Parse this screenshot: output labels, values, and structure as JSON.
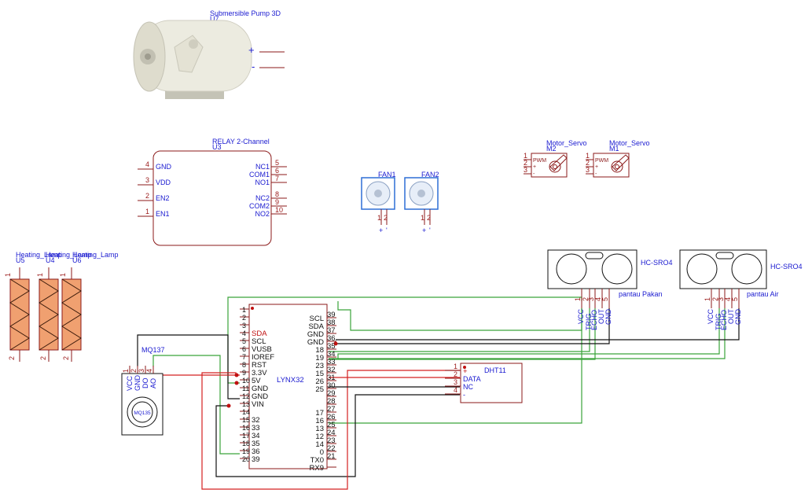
{
  "pump": {
    "title": "Submersible Pump 3D",
    "ref": "U7",
    "pins": [
      "+",
      "-"
    ]
  },
  "relay": {
    "title": "RELAY 2-Channel",
    "ref": "U3",
    "left_pins": [
      {
        "num": "4",
        "label": "GND"
      },
      {
        "num": "3",
        "label": "VDD"
      },
      {
        "num": "2",
        "label": "EN2"
      },
      {
        "num": "1",
        "label": "EN1"
      }
    ],
    "right_pins": [
      {
        "num": "5",
        "label": "NC1"
      },
      {
        "num": "6",
        "label": "COM1"
      },
      {
        "num": "7",
        "label": "NO1"
      },
      {
        "num": "8",
        "label": "NC2"
      },
      {
        "num": "9",
        "label": "COM2"
      },
      {
        "num": "10",
        "label": "NO2"
      }
    ]
  },
  "fans": [
    {
      "ref": "FAN1",
      "pins": [
        "1",
        "2"
      ],
      "pol": [
        "+",
        "'"
      ]
    },
    {
      "ref": "FAN2",
      "pins": [
        "1",
        "2"
      ],
      "pol": [
        "+",
        "'"
      ]
    }
  ],
  "servos": [
    {
      "title": "Motor_Servo",
      "ref": "M2",
      "pins": [
        "1",
        "2",
        "3"
      ],
      "labels": [
        "PWM",
        "+",
        "-"
      ]
    },
    {
      "title": "Motor_Servo",
      "ref": "M1",
      "pins": [
        "1",
        "2",
        "3"
      ],
      "labels": [
        "PWM",
        "+",
        "-"
      ]
    }
  ],
  "lamps": [
    {
      "title": "Heating_Lamp",
      "ref": "U5",
      "pins": [
        "1",
        "2"
      ]
    },
    {
      "title": "Heating_Lamp",
      "ref": "U4",
      "pins": [
        "1",
        "2"
      ]
    },
    {
      "title": "Heating_Lamp",
      "ref": "U6",
      "pins": [
        "1",
        "2"
      ]
    }
  ],
  "ultrasonic": [
    {
      "title": "HC-SRO4",
      "note": "pantau Pakan",
      "pins": [
        "1",
        "2",
        "3",
        "4",
        "5"
      ],
      "labels": [
        "VCC",
        "TRIG",
        "ECHO",
        "OUT",
        "GND"
      ]
    },
    {
      "title": "HC-SRO4",
      "note": "pantau Air",
      "pins": [
        "1",
        "2",
        "3",
        "4",
        "5"
      ],
      "labels": [
        "VCC",
        "TRIG",
        "ECHO",
        "OUT",
        "GND"
      ]
    }
  ],
  "mq137": {
    "title": "MQ137",
    "pins": [
      "1",
      "2",
      "3",
      "4"
    ],
    "labels": [
      "VCC",
      "GND",
      "DO",
      "AO"
    ],
    "sensor_label": "MQ135"
  },
  "lynx": {
    "title": "LYNX32",
    "left_pins": [
      {
        "num": "1",
        "label": ""
      },
      {
        "num": "2",
        "label": ""
      },
      {
        "num": "3",
        "label": ""
      },
      {
        "num": "4",
        "label": "SDA"
      },
      {
        "num": "5",
        "label": "SCL"
      },
      {
        "num": "6",
        "label": "VUSB"
      },
      {
        "num": "7",
        "label": "IOREF"
      },
      {
        "num": "8",
        "label": "RST"
      },
      {
        "num": "9",
        "label": "3.3V"
      },
      {
        "num": "10",
        "label": "5V"
      },
      {
        "num": "11",
        "label": "GND"
      },
      {
        "num": "12",
        "label": "GND"
      },
      {
        "num": "13",
        "label": "VIN"
      },
      {
        "num": "14",
        "label": ""
      },
      {
        "num": "15",
        "label": "32"
      },
      {
        "num": "16",
        "label": "33"
      },
      {
        "num": "17",
        "label": "34"
      },
      {
        "num": "18",
        "label": "35"
      },
      {
        "num": "19",
        "label": "36"
      },
      {
        "num": "20",
        "label": "39"
      }
    ],
    "right_pins": [
      {
        "num": "39",
        "label": "SCL"
      },
      {
        "num": "38",
        "label": "SDA"
      },
      {
        "num": "37",
        "label": "GND"
      },
      {
        "num": "36",
        "label": "GND"
      },
      {
        "num": "35",
        "label": "18"
      },
      {
        "num": "34",
        "label": "19"
      },
      {
        "num": "33",
        "label": "23"
      },
      {
        "num": "32",
        "label": "15"
      },
      {
        "num": "31",
        "label": "26"
      },
      {
        "num": "30",
        "label": "25"
      },
      {
        "num": "29",
        "label": ""
      },
      {
        "num": "28",
        "label": ""
      },
      {
        "num": "27",
        "label": "17"
      },
      {
        "num": "26",
        "label": "16"
      },
      {
        "num": "25",
        "label": "13"
      },
      {
        "num": "24",
        "label": "12"
      },
      {
        "num": "23",
        "label": "14"
      },
      {
        "num": "22",
        "label": "0"
      },
      {
        "num": "21",
        "label": "TX0"
      },
      {
        "num": "",
        "label": "RX9"
      }
    ]
  },
  "dht11": {
    "title": "DHT11",
    "pins": [
      {
        "num": "1",
        "label": "+"
      },
      {
        "num": "2",
        "label": "DATA"
      },
      {
        "num": "3",
        "label": "NC"
      },
      {
        "num": "4",
        "label": "-"
      }
    ]
  },
  "colors": {
    "wire_green": "#3aa33a",
    "wire_red": "#d42020",
    "wire_black": "#111111",
    "component": "#8b1a1a",
    "text_blue": "#1a1ad0",
    "lamp_fill": "#f0a070",
    "fan_blue": "#2e6fd6"
  }
}
